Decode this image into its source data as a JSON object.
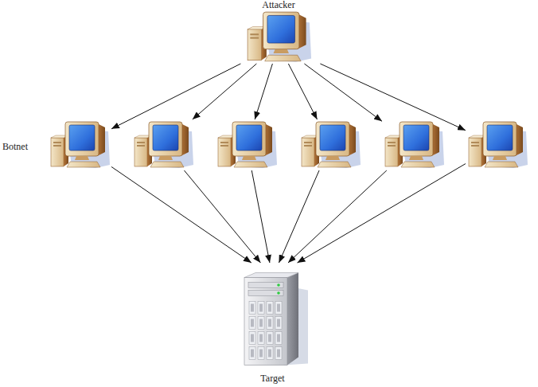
{
  "diagram": {
    "nodes": [
      {
        "text": [
          "Attacker"
        ]
      },
      {
        "text": []
      },
      {
        "text": []
      },
      {
        "text": []
      },
      {
        "text": []
      },
      {
        "text": []
      },
      {
        "text": []
      },
      {
        "text": [
          "Target"
        ]
      }
    ],
    "edges": [
      {
        "from": 0,
        "to": 1,
        "arrow": "to"
      },
      {
        "from": 0,
        "to": 2,
        "arrow": "to"
      },
      {
        "from": 0,
        "to": 3,
        "arrow": "to"
      },
      {
        "from": 0,
        "to": 4,
        "arrow": "to"
      },
      {
        "from": 0,
        "to": 5,
        "arrow": "to"
      },
      {
        "from": 0,
        "to": 6,
        "arrow": "to"
      },
      {
        "from": 1,
        "to": 7,
        "arrow": "to"
      },
      {
        "from": 2,
        "to": 7,
        "arrow": "to"
      },
      {
        "from": 3,
        "to": 7,
        "arrow": "to"
      },
      {
        "from": 4,
        "to": 7,
        "arrow": "to"
      },
      {
        "from": 5,
        "to": 7,
        "arrow": "to"
      },
      {
        "from": 6,
        "to": 7,
        "arrow": "to"
      }
    ],
    "labels": [
      "Botnet"
    ]
  }
}
